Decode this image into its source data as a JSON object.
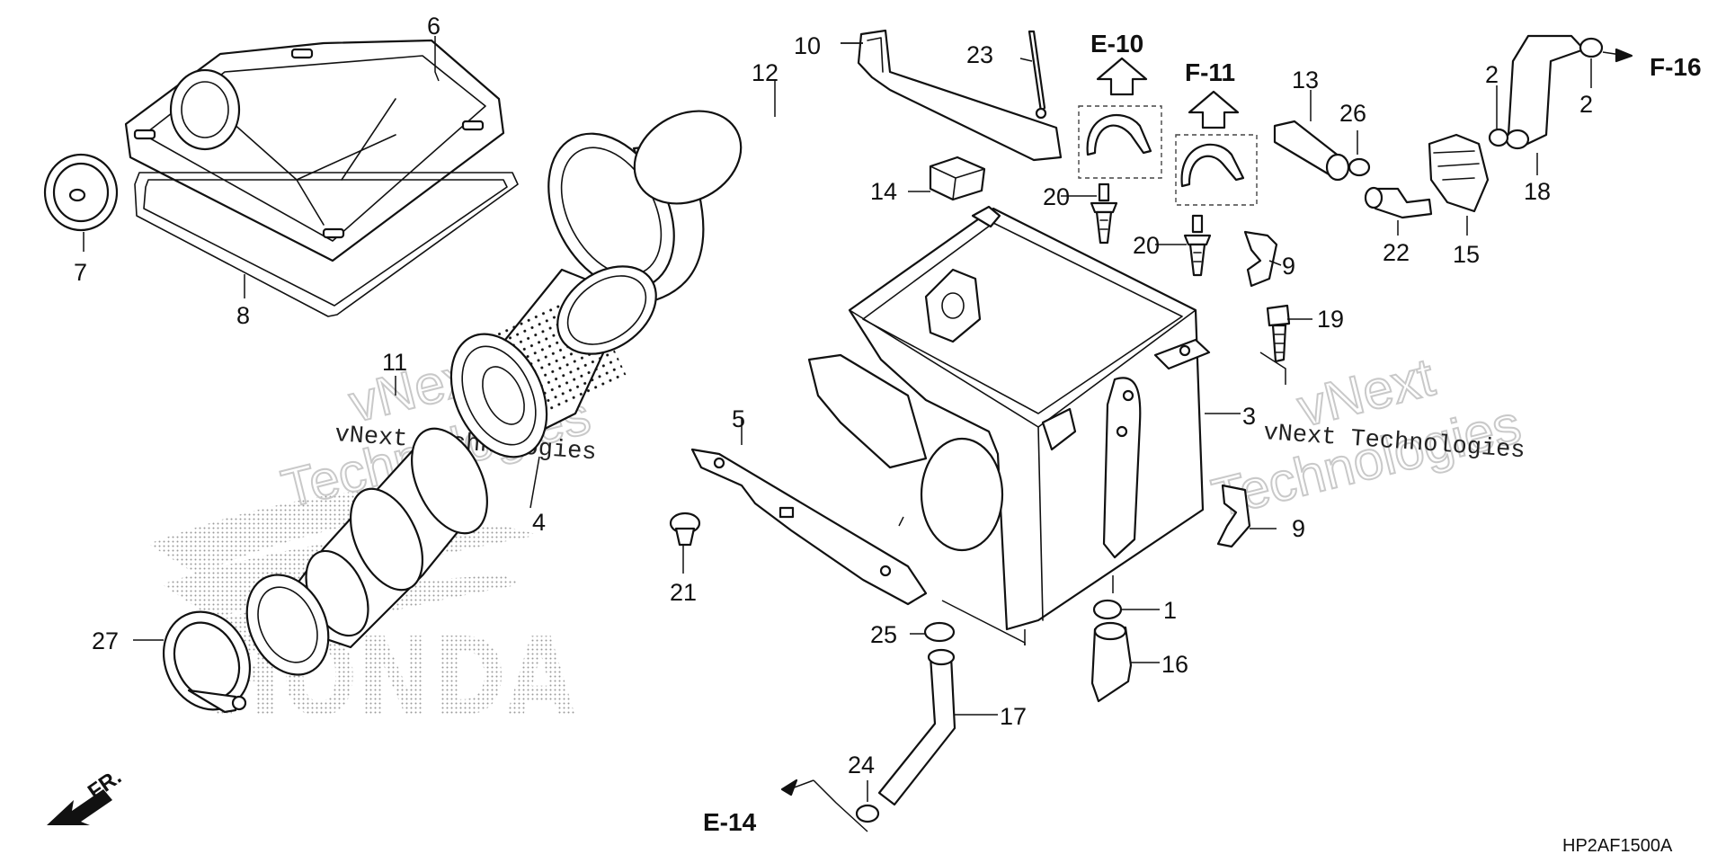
{
  "callouts": {
    "c1": "1",
    "c2a": "2",
    "c2b": "2",
    "c3": "3",
    "c4": "4",
    "c5": "5",
    "c6": "6",
    "c7": "7",
    "c8": "8",
    "c9a": "9",
    "c9b": "9",
    "c10": "10",
    "c11": "11",
    "c12": "12",
    "c13": "13",
    "c14": "14",
    "c15": "15",
    "c16": "16",
    "c17": "17",
    "c18": "18",
    "c19": "19",
    "c20a": "20",
    "c20b": "20",
    "c21": "21",
    "c22": "22",
    "c23": "23",
    "c24": "24",
    "c25": "25",
    "c26": "26",
    "c27": "27"
  },
  "references": {
    "e10": "E-10",
    "f11": "F-11",
    "f16": "F-16",
    "e14": "E-14"
  },
  "front_marker": "FR.",
  "diagram_code": "HP2AF1500A",
  "watermarks": {
    "a_line1": "vNext",
    "a_line2": "Technologies",
    "a_mono": "vNext Technologies",
    "b_line1": "vNext",
    "b_line2": "Technologies",
    "b_mono": "vNext Technologies"
  },
  "brand_logo": "HONDA",
  "colors": {
    "ink": "#111111",
    "watermark": "#c9c9c9",
    "background": "#ffffff"
  }
}
